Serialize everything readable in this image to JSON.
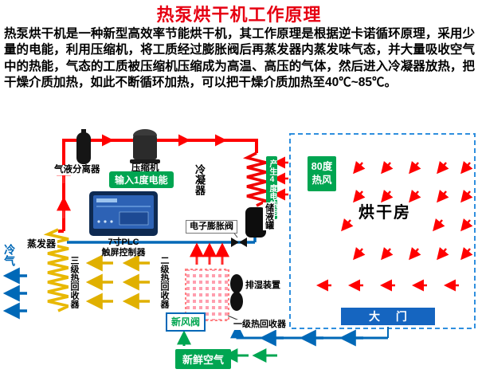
{
  "page": {
    "title": "热泵烘干机工作原理",
    "intro": "热泵烘干机是一种新型高效率节能烘干机，其工作原理是根据逆卡诺循环原理，采用少量的电能，利用压缩机，将工质经过膨胀阀后再蒸发器内蒸发味气态，并大量吸收空气中的热能，气态的工质被压缩机压缩成为高温、高压的气体，然后进入冷凝器放热，把干燥介质加热，如此不断循环加热，可以把干燥介质加热至40℃~85℃。"
  },
  "diagram": {
    "labels": {
      "separator": "气液分离器",
      "compressor": "压缩机",
      "input_power": "输入1度电能",
      "condenser": "冷凝器",
      "output_heat": "产生4度电热能",
      "hot_air": "80度热风",
      "drying_room": "烘干房",
      "tank": "储液罐",
      "expansion_valve": "电子膨胀阀",
      "plc_line1": "7寸PLC",
      "plc_line2": "触屏控制器",
      "evaporator": "蒸发器",
      "cold_air": "冷气",
      "recovery3": "三级热回收器",
      "recovery2": "二级热回收器",
      "fresh_air_valve": "新风阀",
      "dehumidifier": "排湿装置",
      "recovery1": "一级热回收器",
      "door": "大 门",
      "fresh_air": "新鲜空气"
    },
    "colors": {
      "title": "#e60012",
      "green": "#00a551",
      "red": "#ff0000",
      "yellow": "#e8b800",
      "blue": "#0068b7",
      "door": "#1565c0",
      "pink": "#ff9eae"
    }
  }
}
